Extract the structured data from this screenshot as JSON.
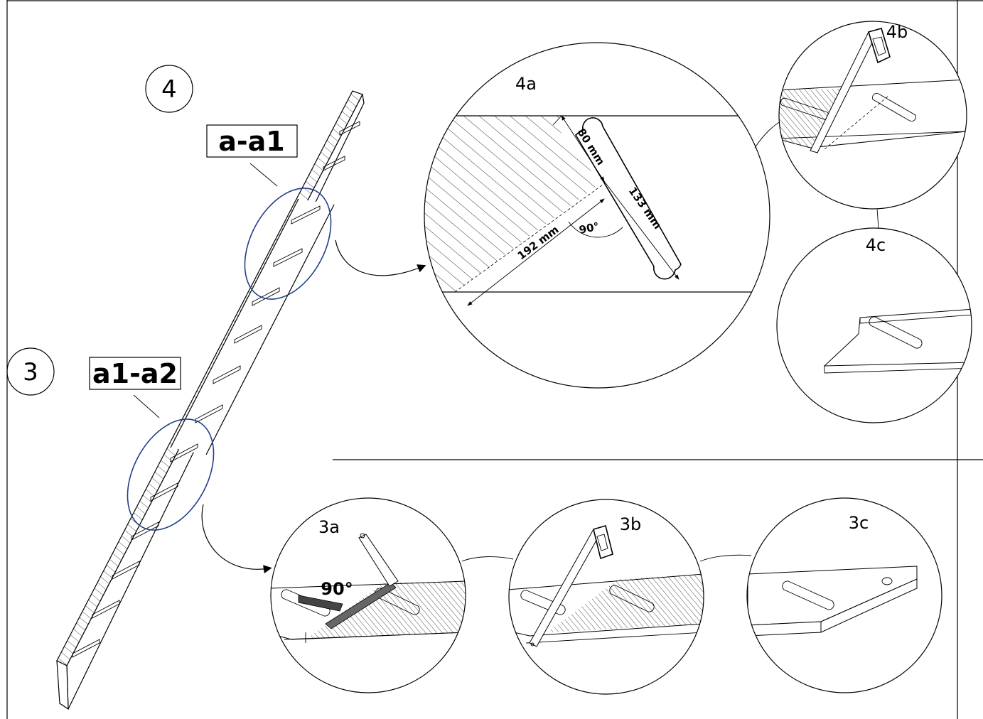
{
  "steps": {
    "step4": {
      "number": "4",
      "cut_label": "a-a1"
    },
    "step3": {
      "number": "3",
      "cut_label": "a1-a2"
    }
  },
  "details": {
    "d4a": "4a",
    "d4b": "4b",
    "d4c": "4c",
    "d3a": "3a",
    "d3b": "3b",
    "d3c": "3c"
  },
  "dimensions": {
    "dim_80": "80 mm",
    "dim_133": "133 mm",
    "dim_192": "192 mm",
    "angle_4a": "90°",
    "angle_3a": "90°"
  },
  "colors": {
    "line": "#000000",
    "highlight_ellipse": "#1f3f8a"
  }
}
